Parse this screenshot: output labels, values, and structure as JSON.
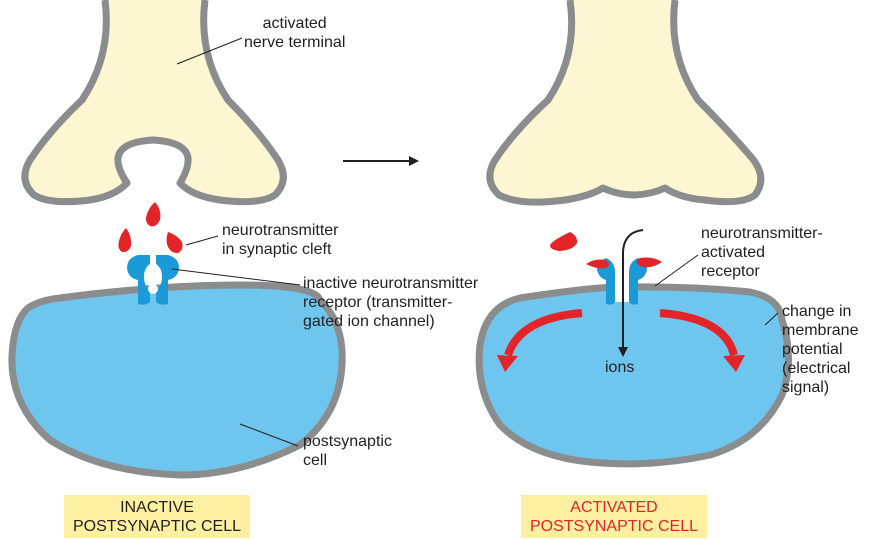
{
  "colors": {
    "terminal_fill": "#fdf6d2",
    "outline": "#8a8c8e",
    "cell_fill": "#6ec6ee",
    "receptor": "#1a9ad6",
    "neurotransmitter": "#e32428",
    "caption_bg": "#fdf0a0",
    "activated_caption_text": "#e32428"
  },
  "icons": {
    "process_arrow": "right-arrow",
    "ion_flow": "down-arrow",
    "potential_change": "curved-red-arrows"
  },
  "labels": {
    "activated_nerve_terminal": "activated\nnerve terminal",
    "neurotransmitter_in_cleft": "neurotransmitter\nin synaptic cleft",
    "inactive_receptor": "inactive neurotransmitter\nreceptor (transmitter-\ngated ion channel)",
    "postsynaptic_cell": "postsynaptic\ncell",
    "activated_receptor": "neurotransmitter-\nactivated\nreceptor",
    "membrane_potential_change": "change in\nmembrane\npotential\n(electrical\nsignal)",
    "ions": "ions"
  },
  "captions": {
    "inactive": "INACTIVE\nPOSTSYNAPTIC CELL",
    "activated": "ACTIVATED\nPOSTSYNAPTIC CELL"
  }
}
